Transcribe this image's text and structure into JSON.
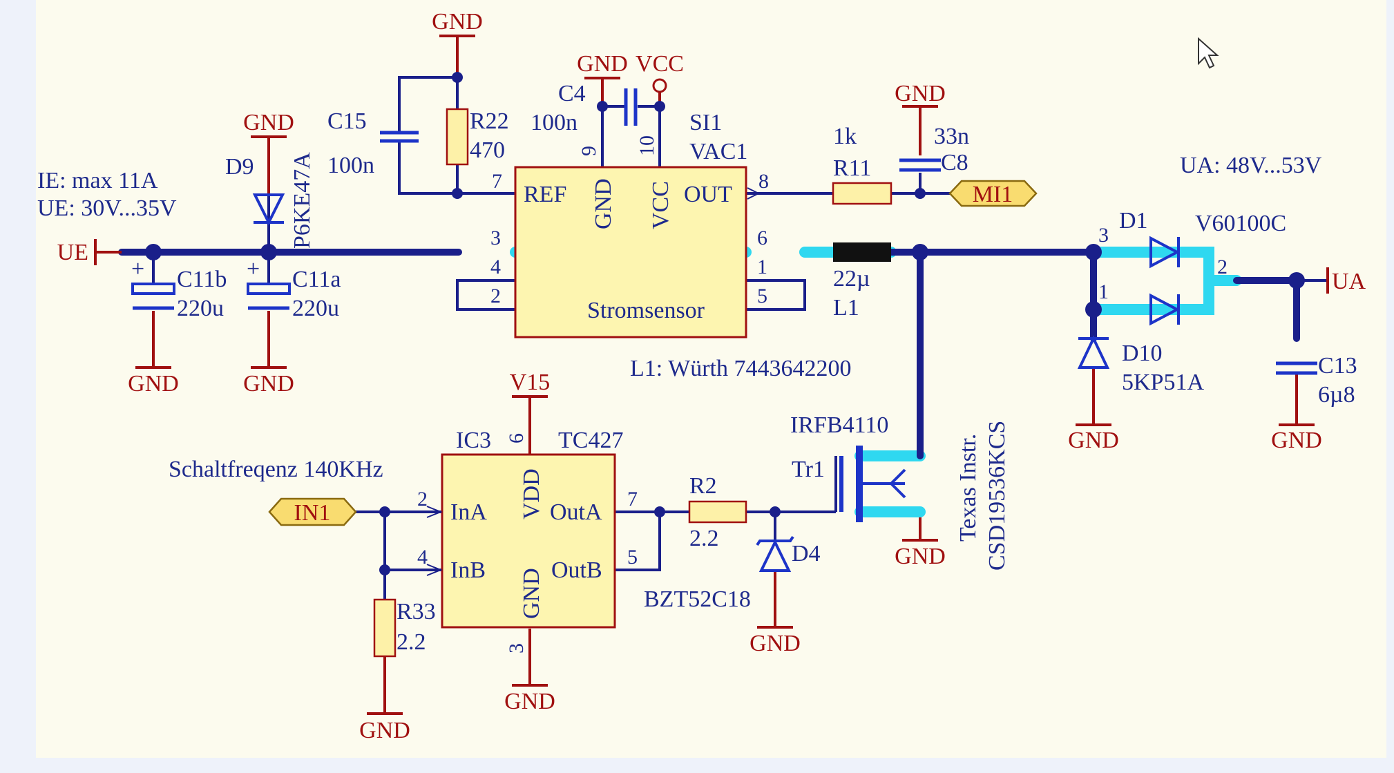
{
  "notes": {
    "ie": "IE: max 11A",
    "ue": "UE: 30V...35V",
    "ua": "UA: 48V...53V",
    "l1_part": "L1: Würth 7443642200",
    "freq": "Schaltfreqenz 140KHz",
    "mosfet_alt_1": "Texas Instr.",
    "mosfet_alt_2": "CSD19536KCS"
  },
  "power": {
    "gnd": "GND",
    "vcc": "VCC",
    "v15": "V15"
  },
  "ports": {
    "ue": "UE",
    "ua": "UA",
    "mi1": "MI1",
    "in1": "IN1"
  },
  "components": {
    "c15": {
      "ref": "C15",
      "value": "100n"
    },
    "r22": {
      "ref": "R22",
      "value": "470"
    },
    "c4": {
      "ref": "C4",
      "value": "100n"
    },
    "d9": {
      "ref": "D9",
      "value": "P6KE47A"
    },
    "c11b": {
      "ref": "C11b",
      "value": "220u"
    },
    "c11a": {
      "ref": "C11a",
      "value": "220u"
    },
    "si1": {
      "ref": "SI1",
      "value": "VAC1"
    },
    "r11": {
      "ref": "R11",
      "value": "1k"
    },
    "c8": {
      "ref": "C8",
      "value": "33n"
    },
    "l1": {
      "ref": "L1",
      "value": "22µ"
    },
    "d1": {
      "ref": "D1",
      "value": "V60100C"
    },
    "d10": {
      "ref": "D10",
      "value": "5KP51A"
    },
    "c13": {
      "ref": "C13",
      "value": "6µ8"
    },
    "ic3": {
      "ref": "IC3",
      "value": "TC427"
    },
    "r2": {
      "ref": "R2",
      "value": "2.2"
    },
    "d4": {
      "ref": "D4",
      "value": "BZT52C18"
    },
    "tr1": {
      "ref": "Tr1",
      "value": "IRFB4110"
    },
    "r33": {
      "ref": "R33",
      "value": "2.2"
    }
  },
  "sensor": {
    "name": "Stromsensor",
    "ref_pin": "REF",
    "gnd_pin": "GND",
    "vcc_pin": "VCC",
    "out_pin": "OUT",
    "pins": {
      "p7": "7",
      "p9": "9",
      "p10": "10",
      "p8": "8",
      "p3": "3",
      "p4": "4",
      "p2": "2",
      "p6": "6",
      "p1": "1",
      "p5": "5"
    }
  },
  "driver": {
    "ina": "InA",
    "inb": "InB",
    "vdd": "VDD",
    "gnd": "GND",
    "outa": "OutA",
    "outb": "OutB",
    "pins": {
      "p2": "2",
      "p4": "4",
      "p6": "6",
      "p3": "3",
      "p7": "7",
      "p5": "5"
    }
  },
  "diode_pins": {
    "d1_p3": "3",
    "d1_p1": "1",
    "d1_p2": "2"
  },
  "colors": {
    "wire": "#1a1f8a",
    "highlight": "#2fd8f0",
    "power": "#a01010",
    "body": "#fdf5b0"
  }
}
